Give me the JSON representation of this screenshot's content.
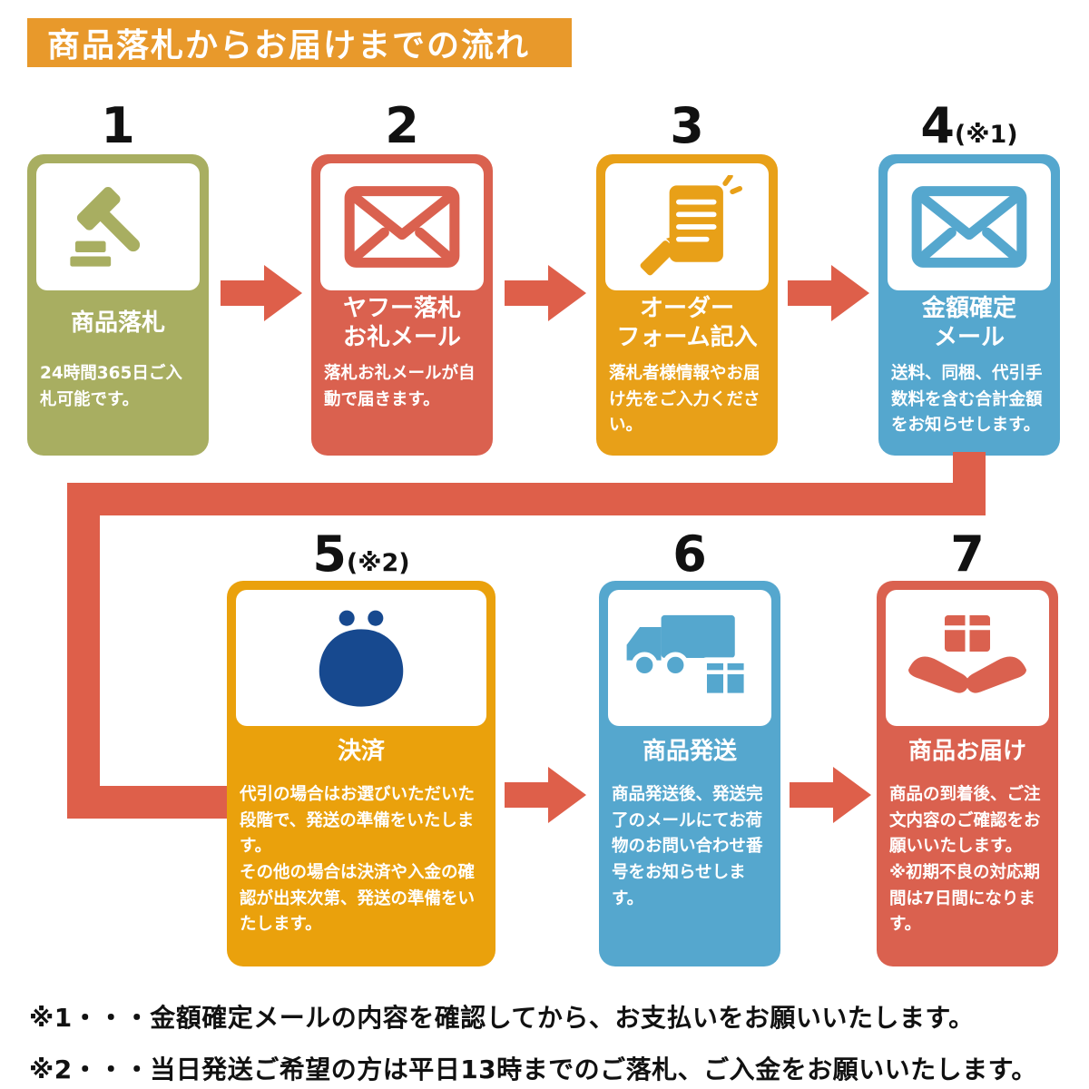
{
  "header": {
    "title": "商品落札からお届けまでの流れ"
  },
  "colors": {
    "header_bg": "#E8992B",
    "arrow": "#DE5F4A",
    "step1": "#A8AE61",
    "step2": "#DA614F",
    "step3": "#E8A018",
    "step4": "#55A7CE",
    "step5": "#EAA10C",
    "step6": "#55A7CE",
    "step7": "#DA614F",
    "purse_icon": "#17498F",
    "number_text": "#111111"
  },
  "steps": [
    {
      "number": "1",
      "note": "",
      "title": "商品落札",
      "description": "24時間365日ご入札可能です。",
      "color": "#A8AE61",
      "icon": "gavel-icon",
      "icon_color": "#A8AE61"
    },
    {
      "number": "2",
      "note": "",
      "title": "ヤフー落札\nお礼メール",
      "description": "落札お礼メールが自動で届きます。",
      "color": "#DA614F",
      "icon": "mail-icon",
      "icon_color": "#DA614F"
    },
    {
      "number": "3",
      "note": "",
      "title": "オーダー\nフォーム記入",
      "description": "落札者様情報やお届け先をご入力ください。",
      "color": "#E8A018",
      "icon": "order-form-icon",
      "icon_color": "#E8A018"
    },
    {
      "number": "4",
      "note": "(※1)",
      "title": "金額確定\nメール",
      "description": "送料、同梱、代引手数料を含む合計金額をお知らせします。",
      "color": "#55A7CE",
      "icon": "mail-icon",
      "icon_color": "#55A7CE"
    },
    {
      "number": "5",
      "note": "(※2)",
      "title": "決済",
      "description": "代引の場合はお選びいただいた段階で、発送の準備をいたします。\nその他の場合は決済や入金の確認が出来次第、発送の準備をいたします。",
      "color": "#EAA10C",
      "icon": "coin-purse-icon",
      "icon_color": "#17498F"
    },
    {
      "number": "6",
      "note": "",
      "title": "商品発送",
      "description": "商品発送後、発送完了のメールにてお荷物のお問い合わせ番号をお知らせします。",
      "color": "#55A7CE",
      "icon": "truck-icon",
      "icon_color": "#55A7CE"
    },
    {
      "number": "7",
      "note": "",
      "title": "商品お届け",
      "description": "商品の到着後、ご注文内容のご確認をお願いいたします。\n※初期不良の対応期間は7日間になります。",
      "color": "#DA614F",
      "icon": "hands-package-icon",
      "icon_color": "#DA614F"
    }
  ],
  "footnotes": [
    "※1・・・金額確定メールの内容を確認してから、お支払いをお願いいたします。",
    "※2・・・当日発送ご希望の方は平日13時までのご落札、ご入金をお願いいたします。"
  ]
}
